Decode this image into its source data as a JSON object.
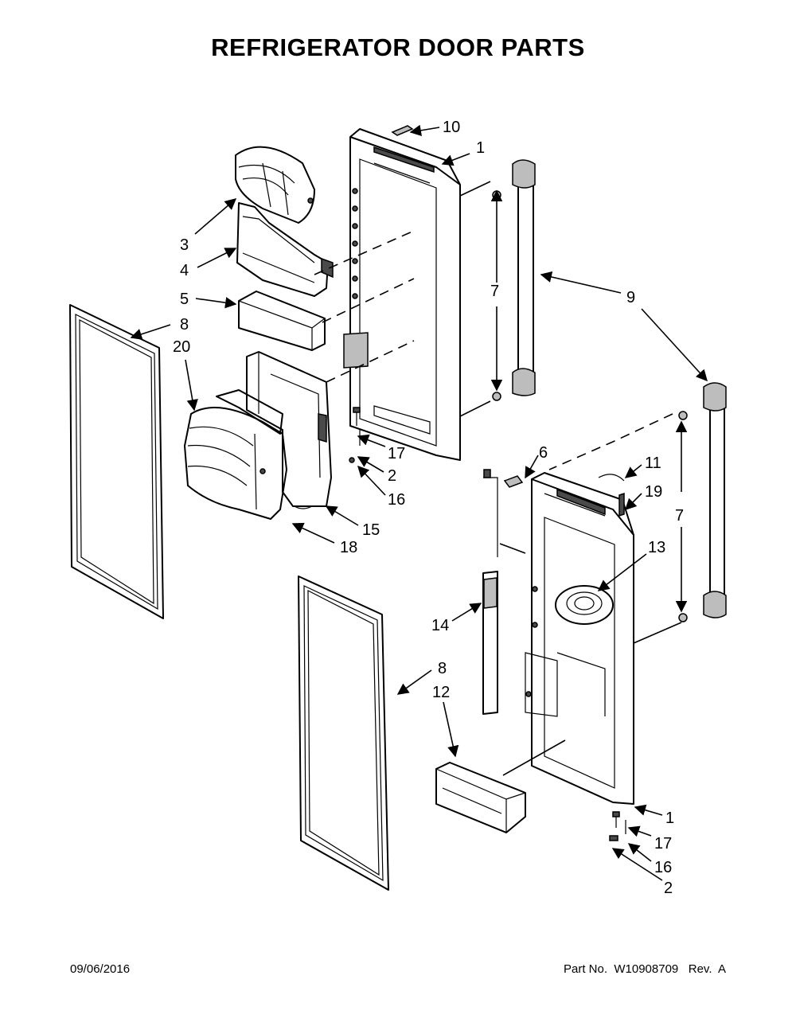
{
  "title": "REFRIGERATOR DOOR PARTS",
  "callouts": {
    "c10": "10",
    "c1_top": "1",
    "c3": "3",
    "c4": "4",
    "c5": "5",
    "c8_left": "8",
    "c20": "20",
    "c7_upper": "7",
    "c9": "9",
    "c17_upper": "17",
    "c2_upper": "2",
    "c16_upper": "16",
    "c15": "15",
    "c18": "18",
    "c6": "6",
    "c11": "11",
    "c19": "19",
    "c7_lower": "7",
    "c13": "13",
    "c14": "14",
    "c8_lower": "8",
    "c12": "12",
    "c1_bottom": "1",
    "c17_lower": "17",
    "c16_lower": "16",
    "c2_lower": "2"
  },
  "footer": {
    "date": "09/06/2016",
    "part_number": "Part No.  W10908709   Rev.  A"
  }
}
